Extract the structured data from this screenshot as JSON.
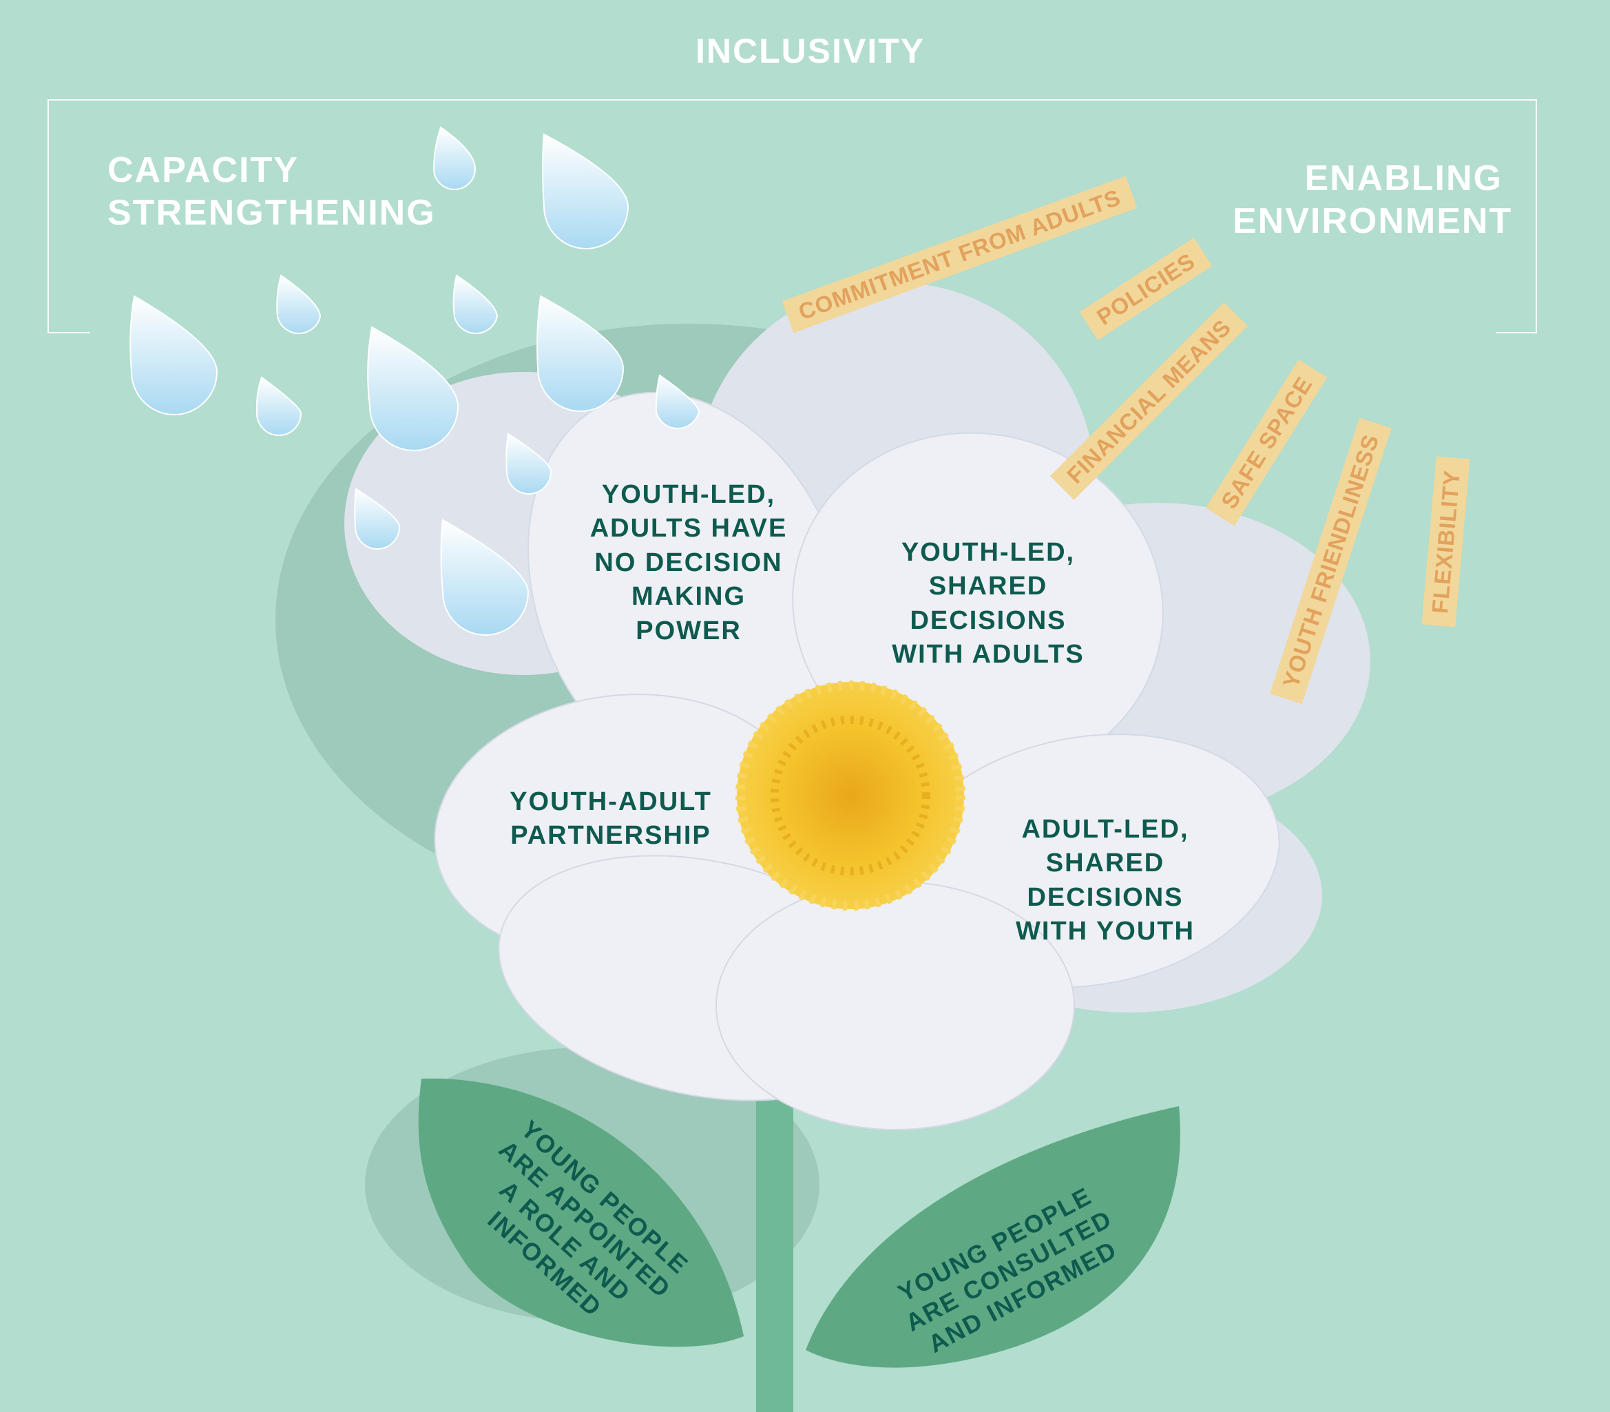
{
  "headings": {
    "top": "INCLUSIVITY",
    "left": "CAPACITY\nSTRENGTHENING",
    "right": "ENABLING\nENVIRONMENT"
  },
  "enabling_factors": [
    "COMMITMENT FROM ADULTS",
    "POLICIES",
    "FINANCIAL MEANS",
    "SAFE SPACE",
    "YOUTH FRIENDLINESS",
    "FLEXIBILITY"
  ],
  "petals": [
    "YOUTH-LED,\nADULTS HAVE\nNO DECISION\nMAKING\nPOWER",
    "YOUTH-LED,\nSHARED\nDECISIONS\nWITH ADULTS",
    "YOUTH-ADULT\nPARTNERSHIP",
    "ADULT-LED,\nSHARED\nDECISIONS\nWITH YOUTH"
  ],
  "leaves": [
    "YOUNG PEOPLE\nARE APPOINTED\nA ROLE AND\nINFORMED",
    "YOUNG PEOPLE\nARE CONSULTED\nAND INFORMED"
  ],
  "colors": {
    "background": "#b2ddcf",
    "heading_text": "#ffffff",
    "tag_fill": "#f2d79a",
    "tag_text": "#e2a25d",
    "petal": "#eef0f6",
    "petal_text": "#0e5a4e",
    "center": "#f4c02a",
    "leaf": "#5ea984",
    "stem": "#6fb996",
    "raindrop": "#bfe3f5"
  }
}
